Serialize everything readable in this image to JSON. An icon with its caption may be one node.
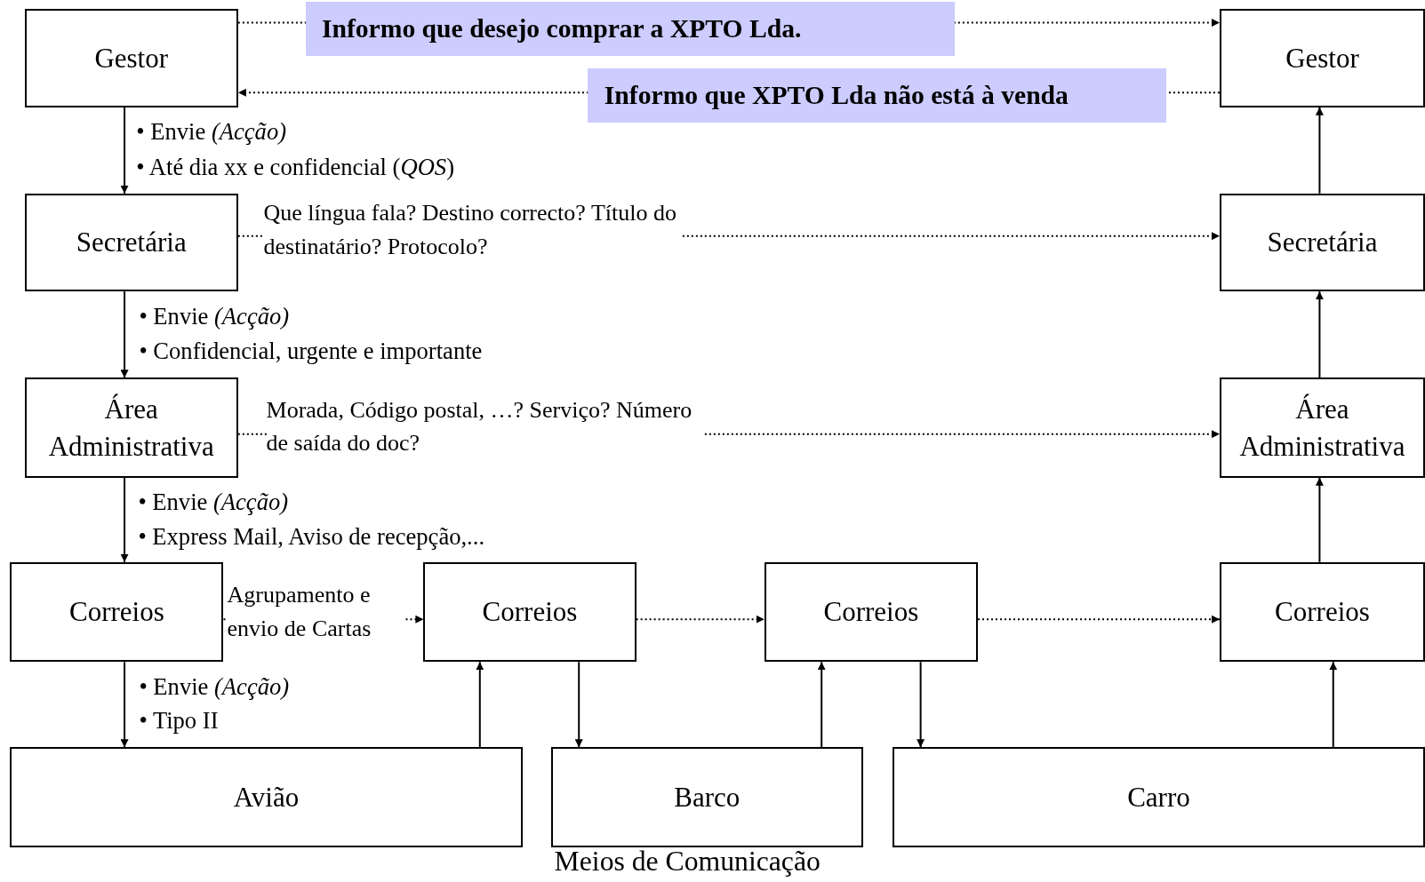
{
  "diagram": {
    "nodes": [
      {
        "text": [
          "Gestor"
        ]
      },
      {
        "text": [
          "Gestor"
        ]
      },
      {
        "text": [
          "Secretária"
        ]
      },
      {
        "text": [
          "Secretária"
        ]
      },
      {
        "text": [
          "Área Administrativa"
        ]
      },
      {
        "text": [
          "Área Administrativa"
        ]
      },
      {
        "text": [
          "Correios"
        ]
      },
      {
        "text": [
          "Correios"
        ]
      },
      {
        "text": [
          "Correios"
        ]
      },
      {
        "text": [
          "Correios"
        ]
      },
      {
        "text": [
          "Avião"
        ]
      },
      {
        "text": [
          "Barco"
        ]
      },
      {
        "text": [
          "Carro"
        ]
      }
    ],
    "edges": [
      {
        "from": 0,
        "to": 1,
        "arrow": "to",
        "style": "dashed",
        "label": "Informo que desejo comprar a XPTO Lda."
      },
      {
        "from": 1,
        "to": 0,
        "arrow": "to",
        "style": "dashed",
        "label": "Informo que XPTO Lda não está à venda"
      },
      {
        "from": 2,
        "to": 3,
        "arrow": "to",
        "style": "dashed",
        "label": "Que língua fala? Destino correcto? Título do destinatário? Protocolo?"
      },
      {
        "from": 4,
        "to": 5,
        "arrow": "to",
        "style": "dashed",
        "label": "Morada, Código postal, …? Serviço? Número de saída do doc?"
      },
      {
        "from": 6,
        "to": 7,
        "arrow": "to",
        "style": "dashed",
        "label": "Agrupamento e envio de Cartas"
      },
      {
        "from": 7,
        "to": 8,
        "arrow": "to",
        "style": "dashed"
      },
      {
        "from": 8,
        "to": 9,
        "arrow": "to",
        "style": "dashed"
      },
      {
        "from": 0,
        "to": 2,
        "arrow": "to"
      },
      {
        "from": 2,
        "to": 4,
        "arrow": "to"
      },
      {
        "from": 4,
        "to": 6,
        "arrow": "to"
      },
      {
        "from": 6,
        "to": 10,
        "arrow": "to"
      },
      {
        "from": 10,
        "to": 7,
        "arrow": "to"
      },
      {
        "from": 7,
        "to": 11,
        "arrow": "to"
      },
      {
        "from": 11,
        "to": 8,
        "arrow": "to"
      },
      {
        "from": 8,
        "to": 12,
        "arrow": "to"
      },
      {
        "from": 12,
        "to": 9,
        "arrow": "to"
      },
      {
        "from": 9,
        "to": 5,
        "arrow": "to"
      },
      {
        "from": 5,
        "to": 3,
        "arrow": "to"
      },
      {
        "from": 3,
        "to": 1,
        "arrow": "to"
      }
    ],
    "labels": [
      "• Envie *(Acção)*",
      "• Até dia xx e confidencial (*QOS*)",
      "• Envie *(Acção)*",
      "• Confidencial, urgente e importante",
      "• Envie *(Acção)*",
      "• Express Mail, Aviso de recepção,...",
      "• Envie *(Acção)*",
      "• Tipo II",
      "Meios de Comunicação"
    ]
  }
}
